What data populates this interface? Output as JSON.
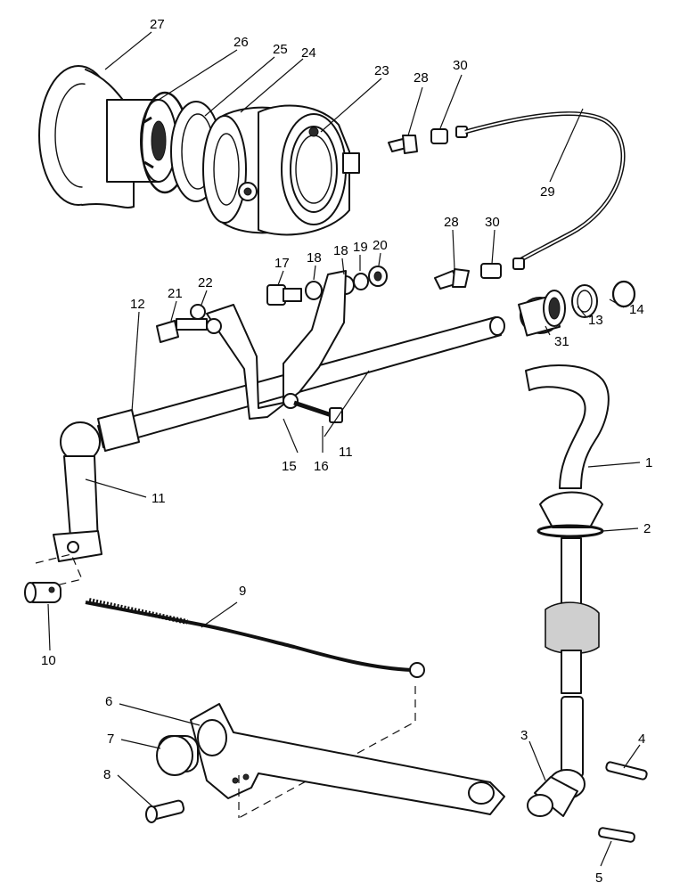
{
  "callouts": [
    {
      "id": "1",
      "text": "1"
    },
    {
      "id": "2",
      "text": "2"
    },
    {
      "id": "3",
      "text": "3"
    },
    {
      "id": "4",
      "text": "4"
    },
    {
      "id": "5",
      "text": "5"
    },
    {
      "id": "6",
      "text": "6"
    },
    {
      "id": "7",
      "text": "7"
    },
    {
      "id": "8",
      "text": "8"
    },
    {
      "id": "9",
      "text": "9"
    },
    {
      "id": "10",
      "text": "10"
    },
    {
      "id": "11a",
      "text": "11"
    },
    {
      "id": "11b",
      "text": "11"
    },
    {
      "id": "11c",
      "text": "11"
    },
    {
      "id": "12",
      "text": "12"
    },
    {
      "id": "13",
      "text": "13"
    },
    {
      "id": "14",
      "text": "14"
    },
    {
      "id": "15",
      "text": "15"
    },
    {
      "id": "16",
      "text": "16"
    },
    {
      "id": "17",
      "text": "17"
    },
    {
      "id": "18a",
      "text": "18"
    },
    {
      "id": "18b",
      "text": "18"
    },
    {
      "id": "19",
      "text": "19"
    },
    {
      "id": "20",
      "text": "20"
    },
    {
      "id": "21",
      "text": "21"
    },
    {
      "id": "22",
      "text": "22"
    },
    {
      "id": "23",
      "text": "23"
    },
    {
      "id": "24",
      "text": "24"
    },
    {
      "id": "25",
      "text": "25"
    },
    {
      "id": "26",
      "text": "26"
    },
    {
      "id": "27",
      "text": "27"
    },
    {
      "id": "28a",
      "text": "28"
    },
    {
      "id": "28b",
      "text": "28"
    },
    {
      "id": "29",
      "text": "29"
    },
    {
      "id": "30a",
      "text": "30"
    },
    {
      "id": "30b",
      "text": "30"
    },
    {
      "id": "31",
      "text": "31"
    }
  ]
}
